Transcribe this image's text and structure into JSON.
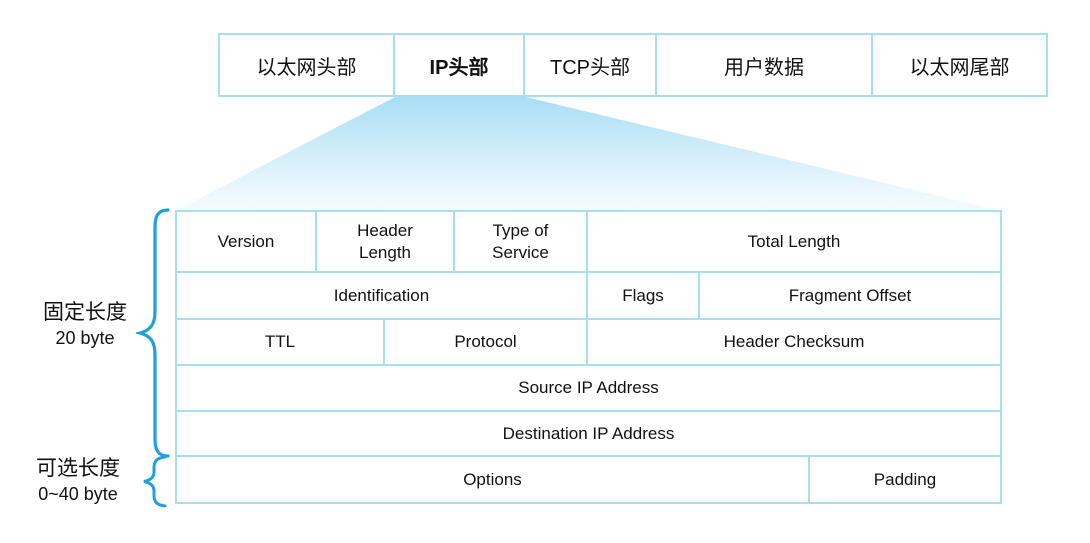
{
  "frame_row": {
    "cells": [
      {
        "label": "以太网头部"
      },
      {
        "label": "IP头部"
      },
      {
        "label": "TCP头部"
      },
      {
        "label": "用户数据"
      },
      {
        "label": "以太网尾部"
      }
    ]
  },
  "ip_table": {
    "rows": [
      {
        "cells": [
          "Version",
          "Header Length",
          "Type of Service",
          "Total Length"
        ]
      },
      {
        "cells": [
          "Identification",
          "Flags",
          "Fragment Offset"
        ]
      },
      {
        "cells": [
          "TTL",
          "Protocol",
          "Header Checksum"
        ]
      },
      {
        "cells": [
          "Source IP Address"
        ]
      },
      {
        "cells": [
          "Destination IP Address"
        ]
      },
      {
        "cells": [
          "Options",
          "Padding"
        ]
      }
    ]
  },
  "annotations": {
    "fixed_length": {
      "title": "固定长度",
      "subtitle": "20 byte"
    },
    "optional_length": {
      "title": "可选长度",
      "subtitle": "0~40 byte"
    }
  },
  "colors": {
    "cell_border": "#a6def2",
    "brace": "#1f9fe0",
    "funnel_top": "#a9def4",
    "funnel_bottom": "#f5fbfe",
    "text": "#111111"
  }
}
